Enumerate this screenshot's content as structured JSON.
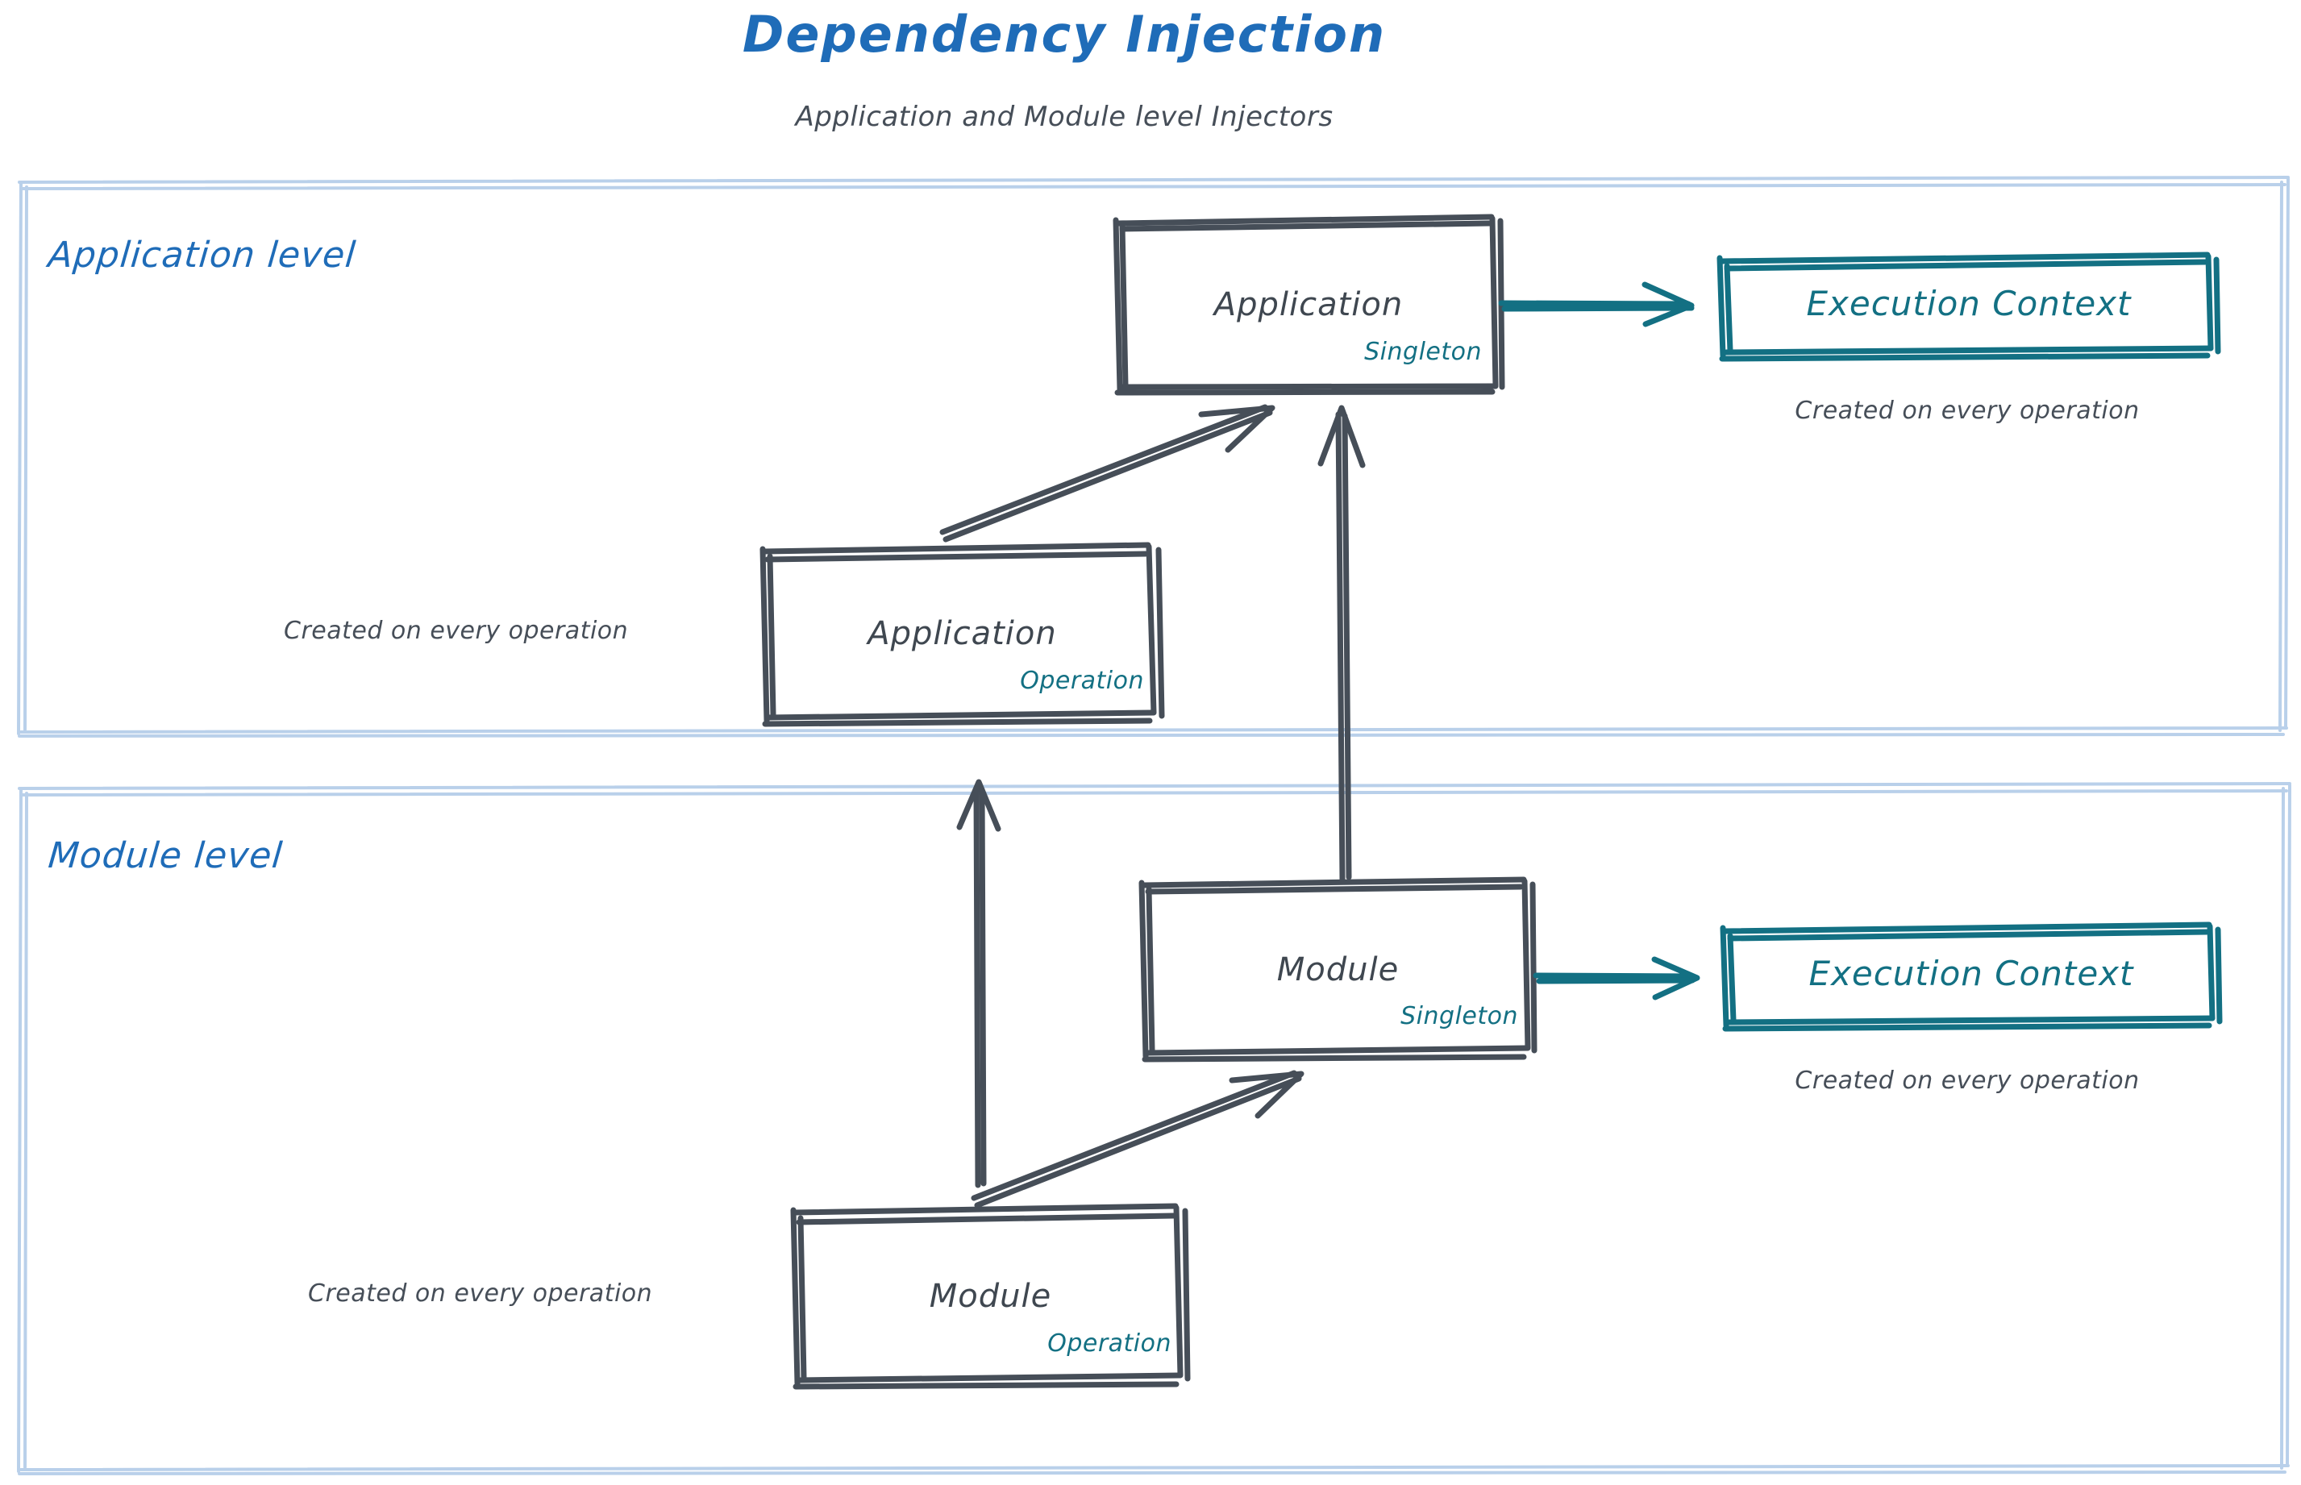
{
  "header": {
    "title": "Dependency Injection",
    "subtitle": "Application and Module level Injectors",
    "title_color": "#1f6cb8",
    "subtitle_color": "#464e58"
  },
  "colors": {
    "blue": "#1f6cb8",
    "teal": "#137083",
    "ink": "#464e58",
    "container_border": "#b9d0ea"
  },
  "sections": [
    {
      "id": "application-level",
      "label": "Application level"
    },
    {
      "id": "module-level",
      "label": "Module level"
    }
  ],
  "nodes": {
    "app_singleton": {
      "title": "Application",
      "scope": "Singleton"
    },
    "app_operation": {
      "title": "Application",
      "scope": "Operation",
      "caption": "Created on every operation"
    },
    "app_execution_context": {
      "title": "Execution Context",
      "caption": "Created on every operation"
    },
    "module_singleton": {
      "title": "Module",
      "scope": "Singleton"
    },
    "module_operation": {
      "title": "Module",
      "scope": "Operation",
      "caption": "Created on every operation"
    },
    "module_execution_context": {
      "title": "Execution Context",
      "caption": "Created on every operation"
    }
  },
  "edges": [
    {
      "id": "app-singleton-to-execution-context",
      "from": "app_singleton",
      "to": "app_execution_context",
      "color": "teal"
    },
    {
      "id": "app-operation-to-app-singleton",
      "from": "app_operation",
      "to": "app_singleton",
      "color": "ink"
    },
    {
      "id": "module-singleton-to-app-singleton",
      "from": "module_singleton",
      "to": "app_singleton",
      "color": "ink"
    },
    {
      "id": "module-operation-to-app-operation",
      "from": "module_operation",
      "to": "app_operation",
      "color": "ink"
    },
    {
      "id": "module-operation-to-module-singleton",
      "from": "module_operation",
      "to": "module_singleton",
      "color": "ink"
    },
    {
      "id": "module-singleton-to-execution-context",
      "from": "module_singleton",
      "to": "module_execution_context",
      "color": "teal"
    }
  ]
}
